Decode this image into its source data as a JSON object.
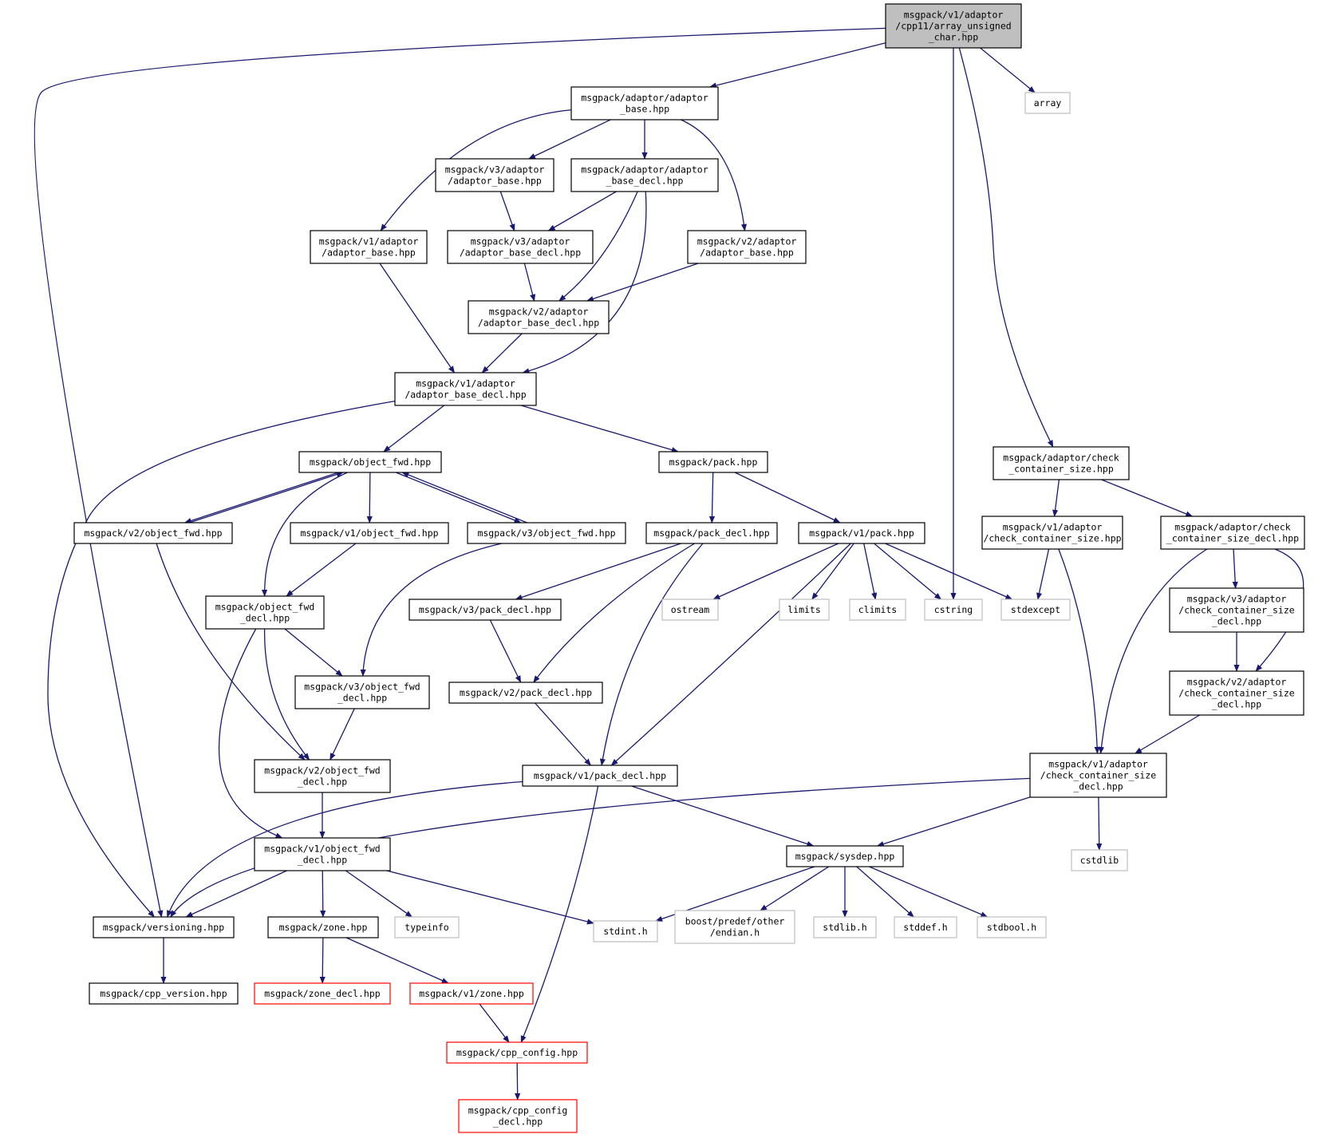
{
  "colors": {
    "edge": "#191970",
    "node_border_normal": "#000000",
    "node_border_external": "#bfbfbf",
    "node_border_truncated": "#ff0000",
    "root_fill": "#bfbfbf",
    "node_fill": "#ffffff"
  },
  "nodes": [
    {
      "id": "root",
      "kind": "root",
      "lines": [
        "msgpack/v1/adaptor",
        "/cpp11/array_unsigned",
        "_char.hpp"
      ]
    },
    {
      "id": "adaptor_base",
      "kind": "normal",
      "lines": [
        "msgpack/adaptor/adaptor",
        "_base.hpp"
      ]
    },
    {
      "id": "array",
      "kind": "external",
      "lines": [
        "array"
      ]
    },
    {
      "id": "v3_adaptor_base",
      "kind": "normal",
      "lines": [
        "msgpack/v3/adaptor",
        "/adaptor_base.hpp"
      ]
    },
    {
      "id": "adaptor_base_decl",
      "kind": "normal",
      "lines": [
        "msgpack/adaptor/adaptor",
        "_base_decl.hpp"
      ]
    },
    {
      "id": "v1_adaptor_base",
      "kind": "normal",
      "lines": [
        "msgpack/v1/adaptor",
        "/adaptor_base.hpp"
      ]
    },
    {
      "id": "v3_adaptor_base_decl",
      "kind": "normal",
      "lines": [
        "msgpack/v3/adaptor",
        "/adaptor_base_decl.hpp"
      ]
    },
    {
      "id": "v2_adaptor_base",
      "kind": "normal",
      "lines": [
        "msgpack/v2/adaptor",
        "/adaptor_base.hpp"
      ]
    },
    {
      "id": "v2_adaptor_base_decl",
      "kind": "normal",
      "lines": [
        "msgpack/v2/adaptor",
        "/adaptor_base_decl.hpp"
      ]
    },
    {
      "id": "v1_adaptor_base_decl",
      "kind": "normal",
      "lines": [
        "msgpack/v1/adaptor",
        "/adaptor_base_decl.hpp"
      ]
    },
    {
      "id": "check_container_size",
      "kind": "normal",
      "lines": [
        "msgpack/adaptor/check",
        "_container_size.hpp"
      ]
    },
    {
      "id": "object_fwd",
      "kind": "normal",
      "lines": [
        "msgpack/object_fwd.hpp"
      ]
    },
    {
      "id": "pack",
      "kind": "normal",
      "lines": [
        "msgpack/pack.hpp"
      ]
    },
    {
      "id": "v2_object_fwd",
      "kind": "normal",
      "lines": [
        "msgpack/v2/object_fwd.hpp"
      ]
    },
    {
      "id": "v1_object_fwd",
      "kind": "normal",
      "lines": [
        "msgpack/v1/object_fwd.hpp"
      ]
    },
    {
      "id": "v3_object_fwd",
      "kind": "normal",
      "lines": [
        "msgpack/v3/object_fwd.hpp"
      ]
    },
    {
      "id": "pack_decl",
      "kind": "normal",
      "lines": [
        "msgpack/pack_decl.hpp"
      ]
    },
    {
      "id": "v1_pack",
      "kind": "normal",
      "lines": [
        "msgpack/v1/pack.hpp"
      ]
    },
    {
      "id": "v1_check_container_size",
      "kind": "normal",
      "lines": [
        "msgpack/v1/adaptor",
        "/check_container_size.hpp"
      ]
    },
    {
      "id": "check_container_size_decl",
      "kind": "normal",
      "lines": [
        "msgpack/adaptor/check",
        "_container_size_decl.hpp"
      ]
    },
    {
      "id": "object_fwd_decl",
      "kind": "normal",
      "lines": [
        "msgpack/object_fwd",
        "_decl.hpp"
      ]
    },
    {
      "id": "v3_pack_decl",
      "kind": "normal",
      "lines": [
        "msgpack/v3/pack_decl.hpp"
      ]
    },
    {
      "id": "ostream",
      "kind": "external",
      "lines": [
        "ostream"
      ]
    },
    {
      "id": "limits",
      "kind": "external",
      "lines": [
        "limits"
      ]
    },
    {
      "id": "climits",
      "kind": "external",
      "lines": [
        "climits"
      ]
    },
    {
      "id": "cstring",
      "kind": "external",
      "lines": [
        "cstring"
      ]
    },
    {
      "id": "stdexcept",
      "kind": "external",
      "lines": [
        "stdexcept"
      ]
    },
    {
      "id": "v3_check_container_size_decl",
      "kind": "normal",
      "lines": [
        "msgpack/v3/adaptor",
        "/check_container_size",
        "_decl.hpp"
      ]
    },
    {
      "id": "v3_object_fwd_decl",
      "kind": "normal",
      "lines": [
        "msgpack/v3/object_fwd",
        "_decl.hpp"
      ]
    },
    {
      "id": "v2_pack_decl",
      "kind": "normal",
      "lines": [
        "msgpack/v2/pack_decl.hpp"
      ]
    },
    {
      "id": "v2_check_container_size_decl",
      "kind": "normal",
      "lines": [
        "msgpack/v2/adaptor",
        "/check_container_size",
        "_decl.hpp"
      ]
    },
    {
      "id": "v2_object_fwd_decl",
      "kind": "normal",
      "lines": [
        "msgpack/v2/object_fwd",
        "_decl.hpp"
      ]
    },
    {
      "id": "v1_pack_decl",
      "kind": "normal",
      "lines": [
        "msgpack/v1/pack_decl.hpp"
      ]
    },
    {
      "id": "v1_check_container_size_decl",
      "kind": "normal",
      "lines": [
        "msgpack/v1/adaptor",
        "/check_container_size",
        "_decl.hpp"
      ]
    },
    {
      "id": "v1_object_fwd_decl",
      "kind": "normal",
      "lines": [
        "msgpack/v1/object_fwd",
        "_decl.hpp"
      ]
    },
    {
      "id": "sysdep",
      "kind": "normal",
      "lines": [
        "msgpack/sysdep.hpp"
      ]
    },
    {
      "id": "cstdlib",
      "kind": "external",
      "lines": [
        "cstdlib"
      ]
    },
    {
      "id": "versioning",
      "kind": "normal",
      "lines": [
        "msgpack/versioning.hpp"
      ]
    },
    {
      "id": "zone",
      "kind": "normal",
      "lines": [
        "msgpack/zone.hpp"
      ]
    },
    {
      "id": "typeinfo",
      "kind": "external",
      "lines": [
        "typeinfo"
      ]
    },
    {
      "id": "stdint_h",
      "kind": "external",
      "lines": [
        "stdint.h"
      ]
    },
    {
      "id": "boost_endian",
      "kind": "external",
      "lines": [
        "boost/predef/other",
        "/endian.h"
      ]
    },
    {
      "id": "stdlib_h",
      "kind": "external",
      "lines": [
        "stdlib.h"
      ]
    },
    {
      "id": "stddef_h",
      "kind": "external",
      "lines": [
        "stddef.h"
      ]
    },
    {
      "id": "stdbool_h",
      "kind": "external",
      "lines": [
        "stdbool.h"
      ]
    },
    {
      "id": "cpp_version",
      "kind": "normal",
      "lines": [
        "msgpack/cpp_version.hpp"
      ]
    },
    {
      "id": "zone_decl",
      "kind": "truncated",
      "lines": [
        "msgpack/zone_decl.hpp"
      ]
    },
    {
      "id": "v1_zone",
      "kind": "truncated",
      "lines": [
        "msgpack/v1/zone.hpp"
      ]
    },
    {
      "id": "cpp_config",
      "kind": "truncated",
      "lines": [
        "msgpack/cpp_config.hpp"
      ]
    },
    {
      "id": "cpp_config_decl",
      "kind": "truncated",
      "lines": [
        "msgpack/cpp_config",
        "_decl.hpp"
      ]
    }
  ]
}
